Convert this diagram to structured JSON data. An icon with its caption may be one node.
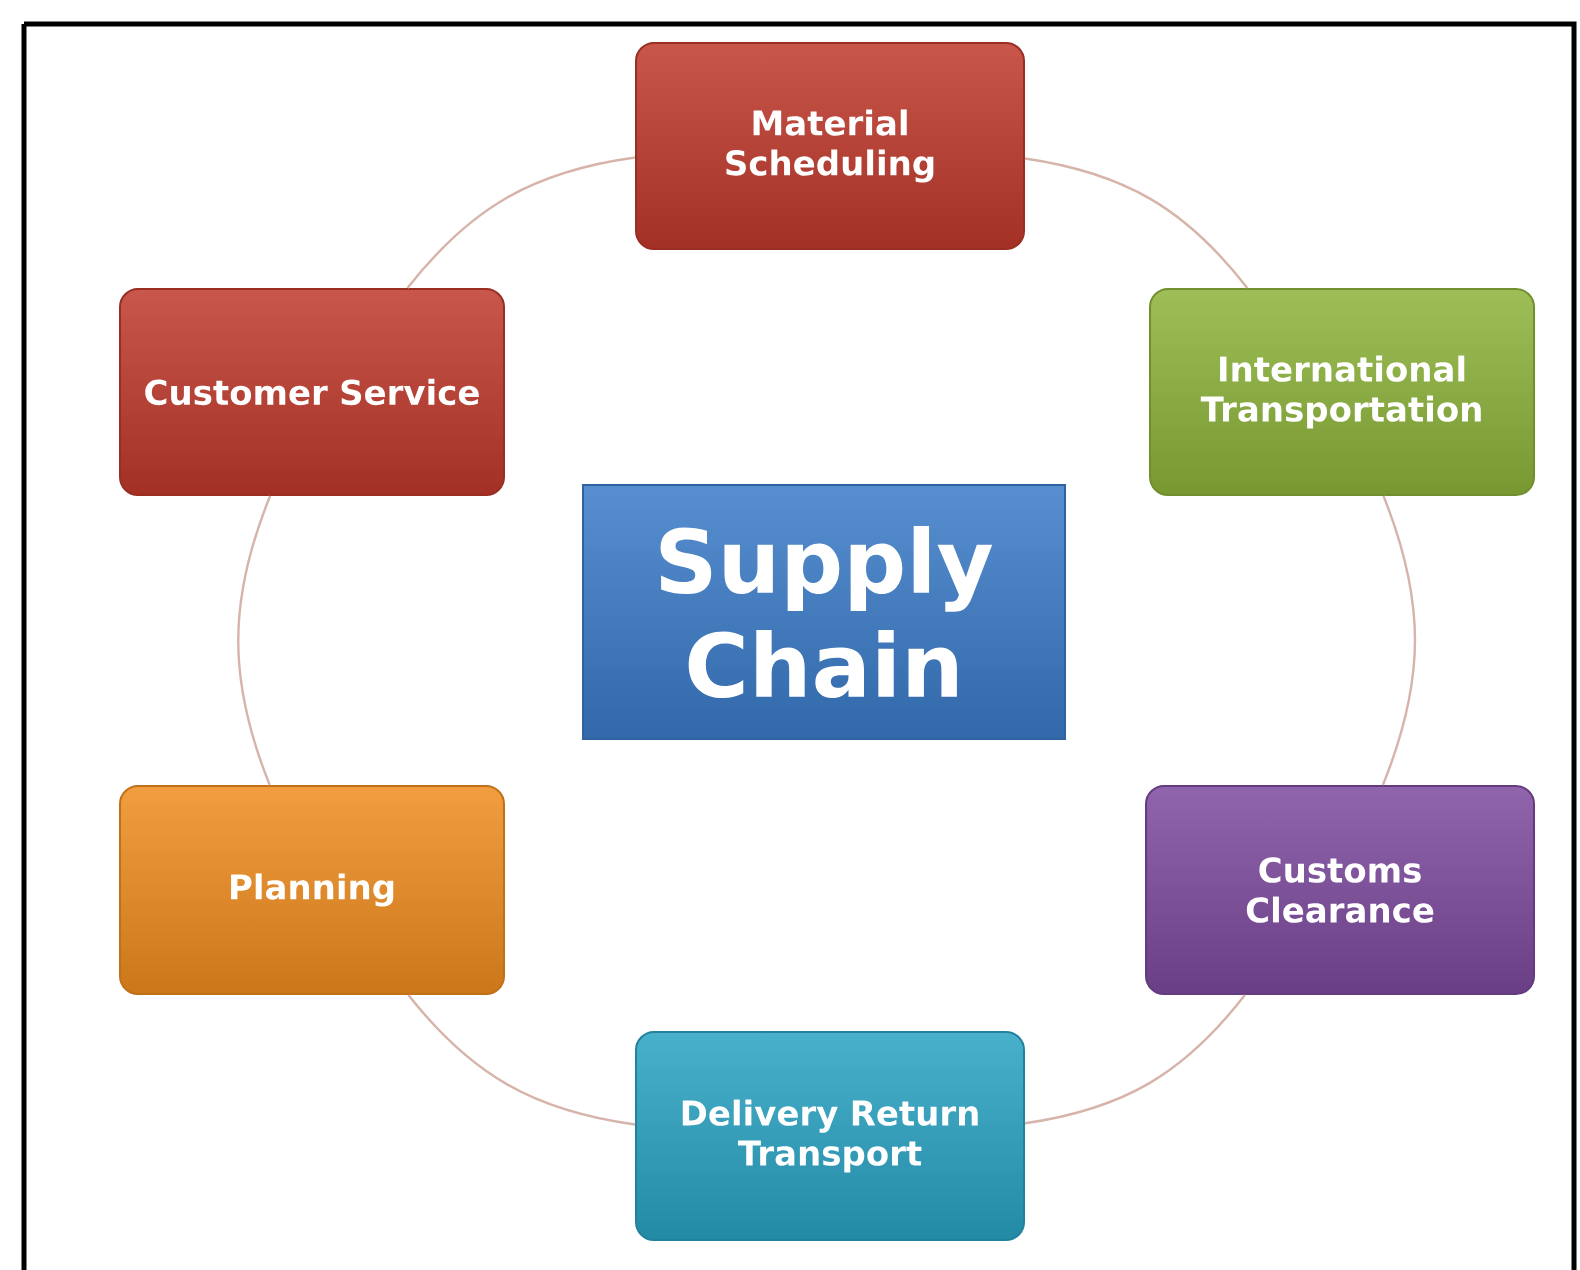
{
  "diagram": {
    "nodes": [
      {
        "text": [
          "Material Scheduling"
        ]
      },
      {
        "text": [
          "International Transportation"
        ]
      },
      {
        "text": [
          "Customs Clearance"
        ]
      },
      {
        "text": [
          "Delivery Return Transport"
        ]
      },
      {
        "text": [
          "Planning"
        ]
      },
      {
        "text": [
          "Customer Service"
        ]
      },
      {
        "text": [
          "Supply Chain"
        ]
      }
    ],
    "edges": [
      {
        "from": 0,
        "to": 1,
        "arrow": "none"
      },
      {
        "from": 1,
        "to": 2,
        "arrow": "none"
      },
      {
        "from": 2,
        "to": 3,
        "arrow": "none"
      },
      {
        "from": 3,
        "to": 4,
        "arrow": "none"
      },
      {
        "from": 4,
        "to": 5,
        "arrow": "none"
      },
      {
        "from": 5,
        "to": 0,
        "arrow": "none"
      }
    ]
  }
}
